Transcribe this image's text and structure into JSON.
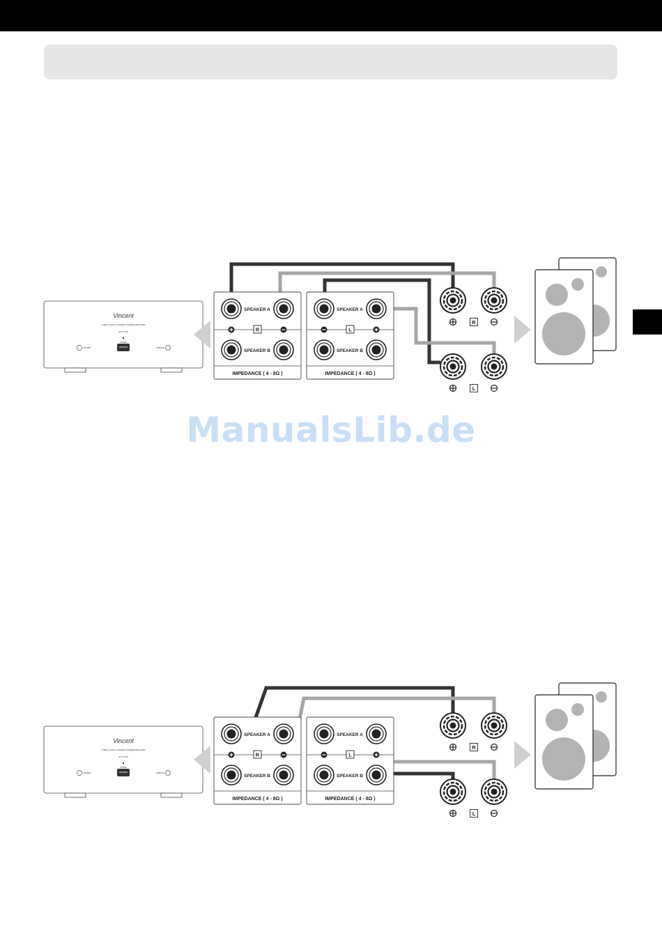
{
  "watermark": "ManualsLib.de",
  "amplifier": {
    "brand": "Vincent",
    "subtitle": "TUBE CLASS A STEREO POWER AMPLIFIER",
    "model": "SP-T2 MK",
    "power_label": "POWER",
    "left_label": "STANDBY",
    "right_label": "OPERATE"
  },
  "terminals": {
    "speaker_a": "SPEAKER A",
    "speaker_b": "SPEAKER B",
    "impedance": "IMPEDANCE ( 4 - 8Ω )",
    "right_channel": "R",
    "left_channel": "L"
  },
  "colors": {
    "cable_dark": "#333333",
    "cable_light": "#a6a6a6",
    "speaker_gray": "#b3b3b3"
  }
}
